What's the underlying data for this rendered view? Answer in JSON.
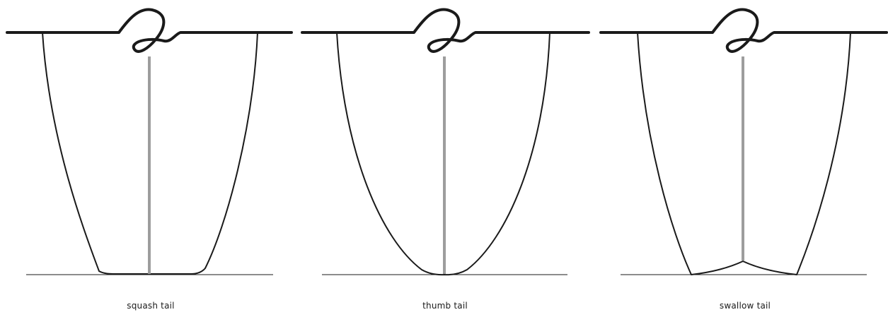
{
  "panels": [
    {
      "caption": "squash tail"
    },
    {
      "caption": "thumb tail"
    },
    {
      "caption": "swallow tail"
    }
  ],
  "colors": {
    "outline": "#1a1a1a",
    "stringer": "#9d9d9d",
    "background": "#ffffff"
  }
}
